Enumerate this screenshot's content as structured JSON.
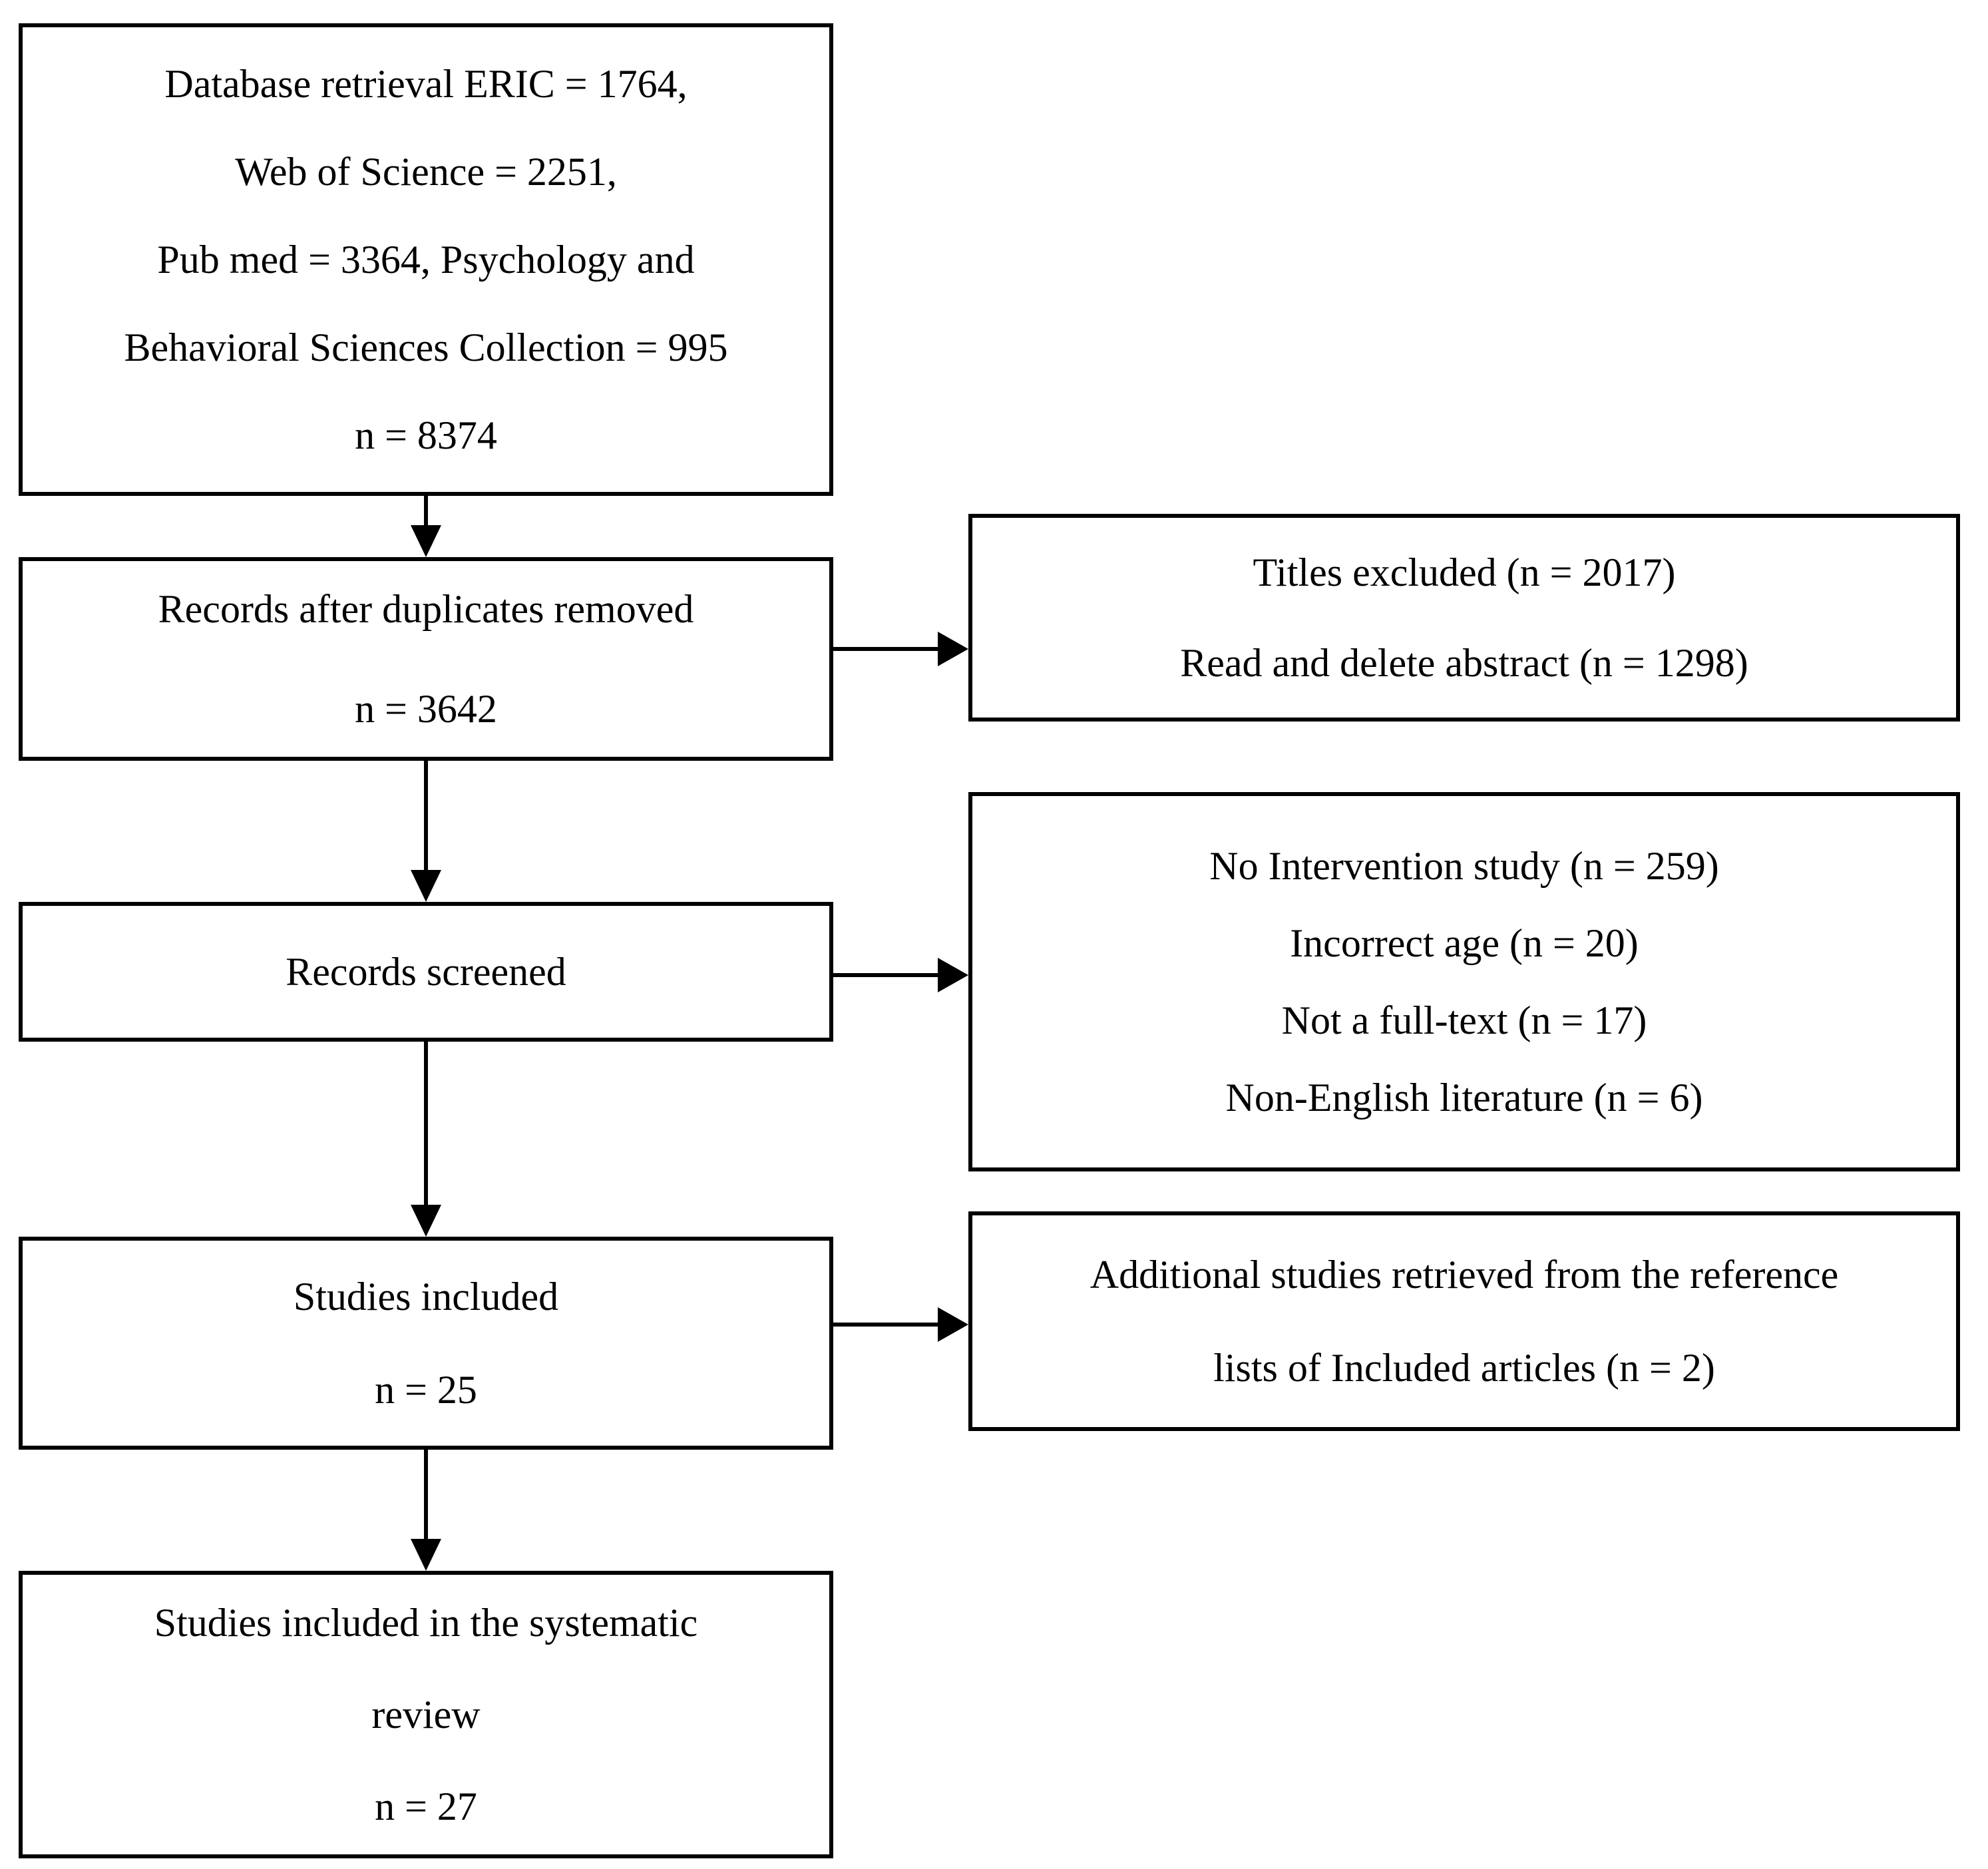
{
  "colors": {
    "ink": "#000000",
    "paper": "#ffffff"
  },
  "flowchart": {
    "left_column": [
      {
        "id": "database-retrieval",
        "lines": [
          "Database retrieval ERIC = 1764,",
          "Web of Science = 2251,",
          "Pub med = 3364, Psychology and",
          "Behavioral Sciences Collection = 995",
          "n = 8374"
        ]
      },
      {
        "id": "records-after-duplicates",
        "lines": [
          "Records after duplicates removed",
          "n = 3642"
        ]
      },
      {
        "id": "records-screened",
        "lines": [
          "Records screened"
        ]
      },
      {
        "id": "studies-included",
        "lines": [
          "Studies included",
          "n = 25"
        ]
      },
      {
        "id": "systematic-review",
        "lines": [
          "Studies included in the systematic",
          "review",
          "n = 27"
        ]
      }
    ],
    "right_column": [
      {
        "id": "titles-excluded",
        "lines": [
          "Titles excluded (n = 2017)",
          "Read and delete abstract (n = 1298)"
        ]
      },
      {
        "id": "screening-exclusions",
        "lines": [
          "No Intervention study (n = 259)",
          "Incorrect age (n = 20)",
          "Not a full-text (n = 17)",
          "Non-English literature (n = 6)"
        ]
      },
      {
        "id": "additional-studies",
        "lines": [
          "Additional studies retrieved from the reference",
          "lists of Included articles (n = 2)"
        ]
      }
    ]
  }
}
